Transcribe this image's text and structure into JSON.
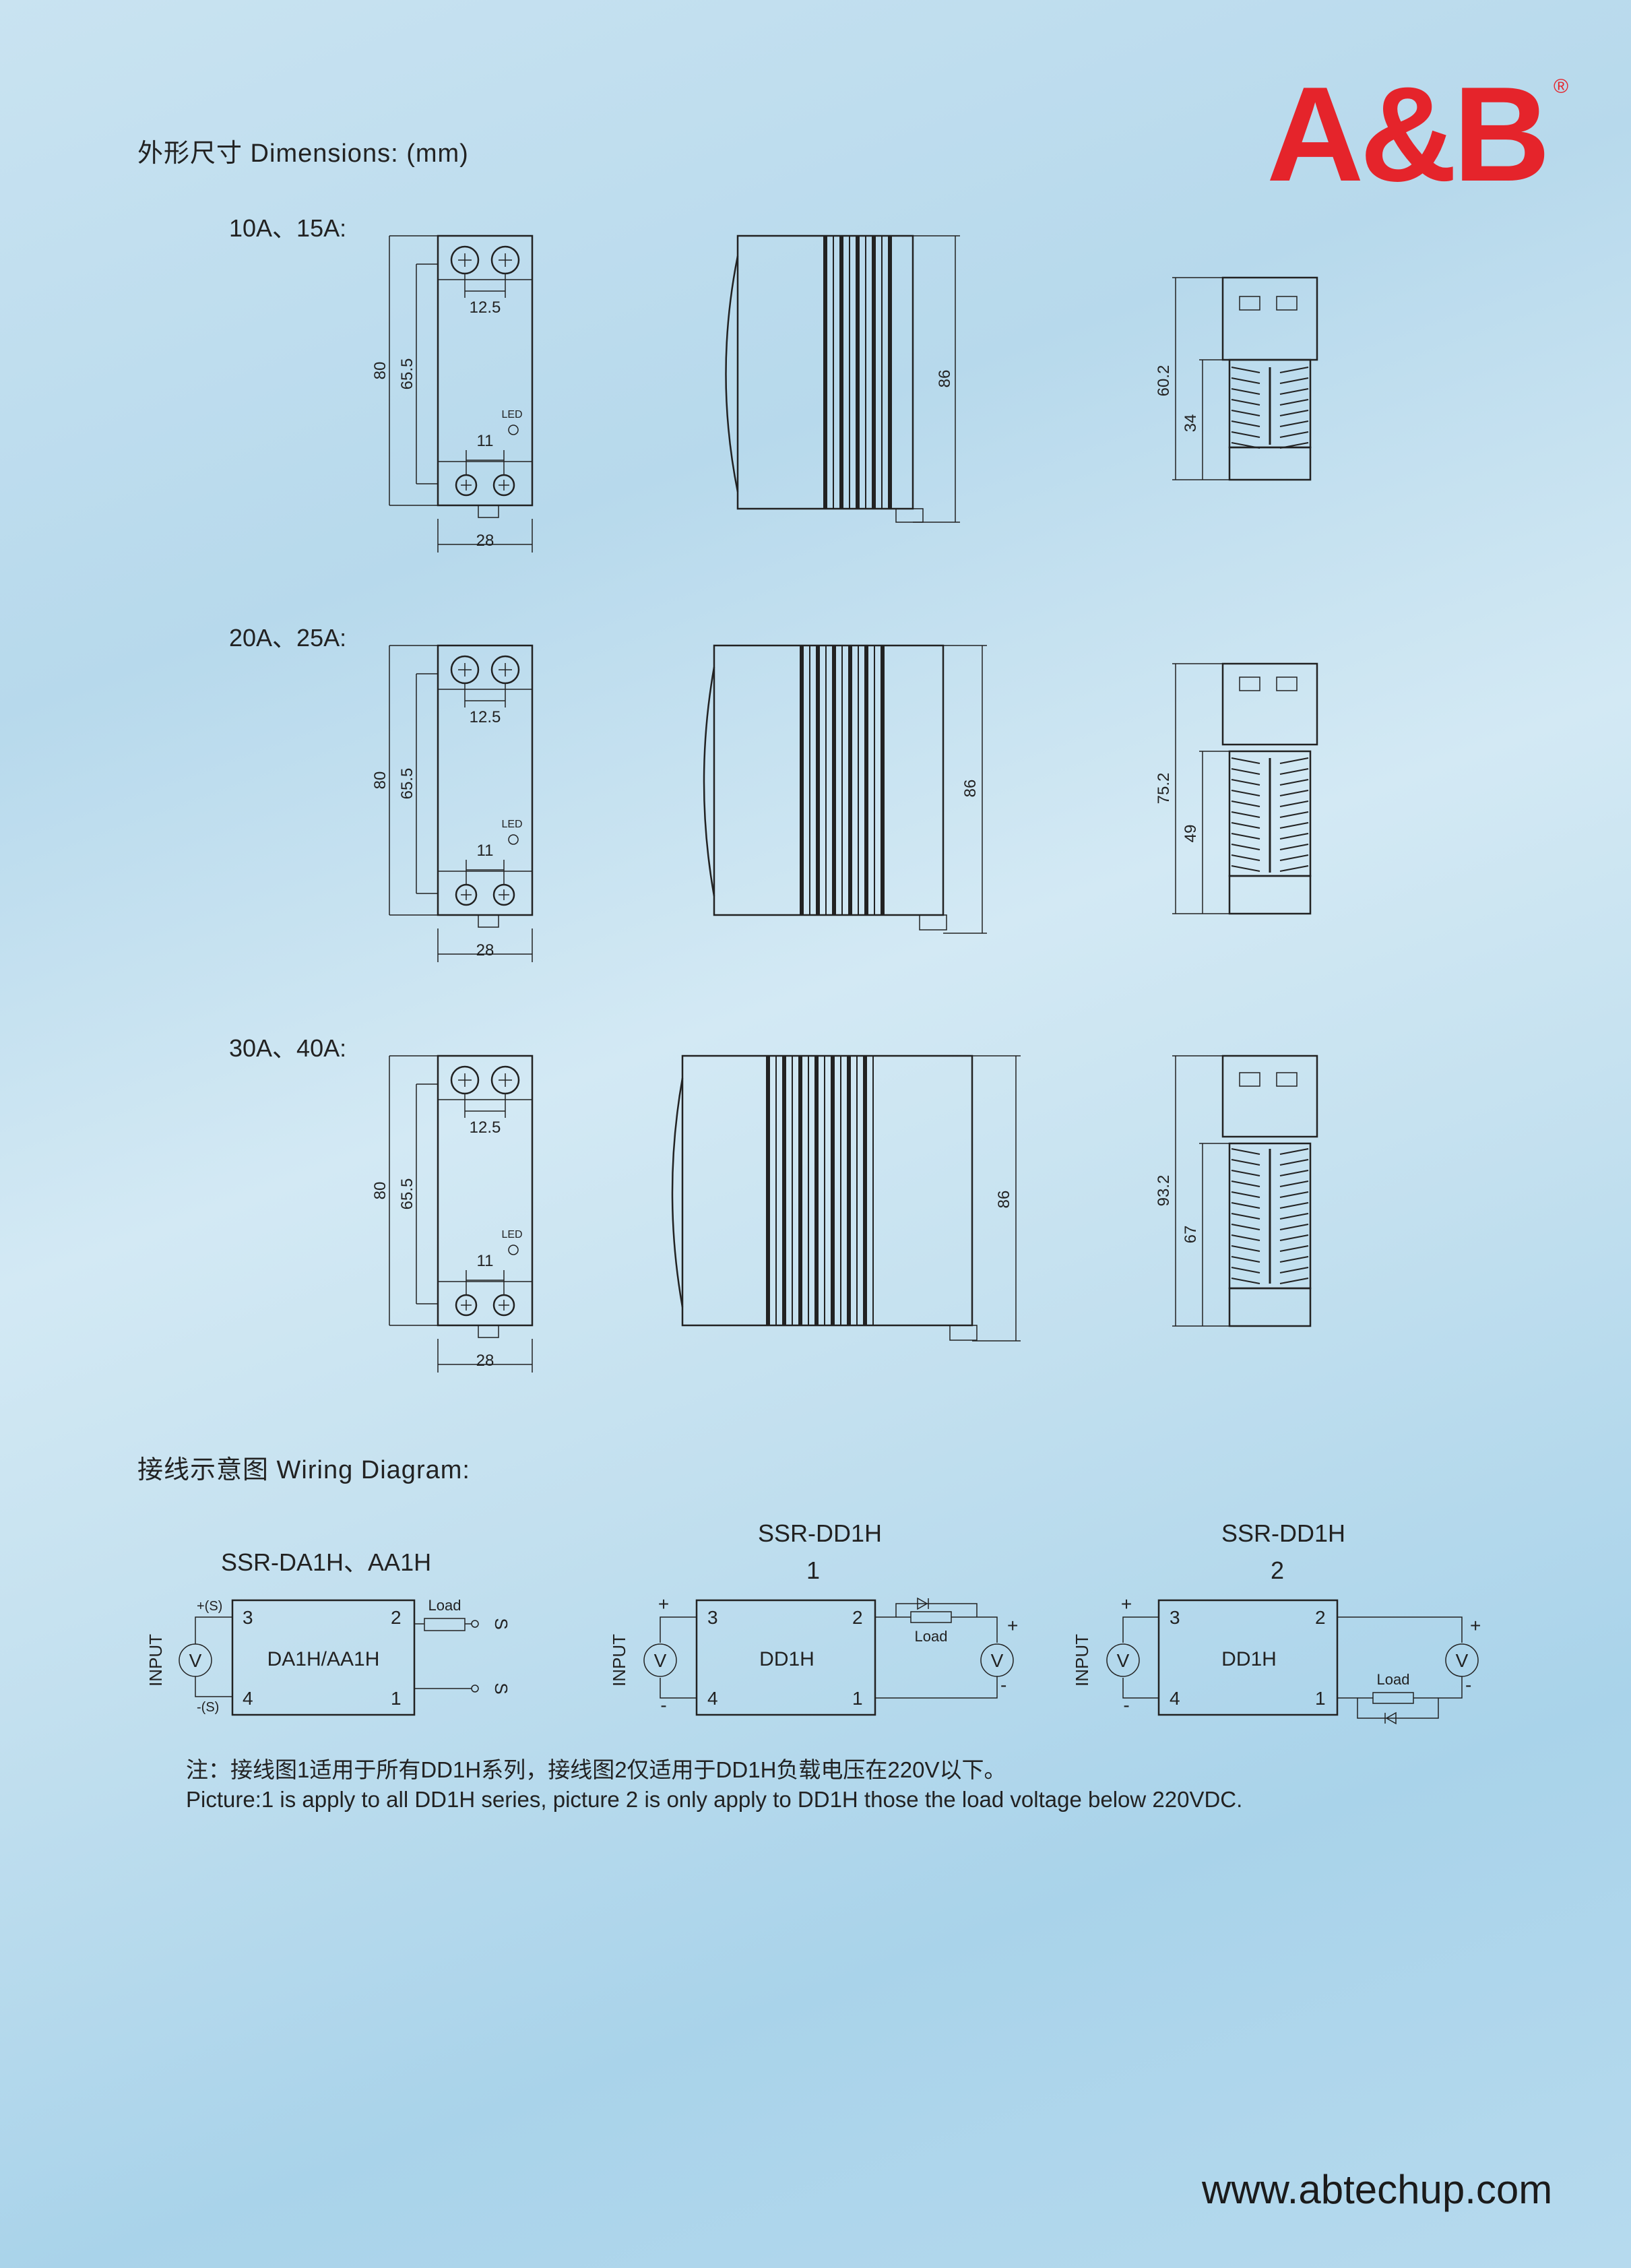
{
  "header": {
    "brand": "A&B",
    "registered": "®",
    "dimensions_title": "外形尺寸 Dimensions: (mm)"
  },
  "rows": [
    {
      "label": "10A、15A:",
      "front": {
        "height": "80",
        "inner": "65.5",
        "top_pitch": "12.5",
        "bottom_pitch": "11",
        "width": "28",
        "led": "LED"
      },
      "side": {
        "height": "86"
      },
      "end": {
        "total": "60.2",
        "sink": "34"
      }
    },
    {
      "label": "20A、25A:",
      "front": {
        "height": "80",
        "inner": "65.5",
        "top_pitch": "12.5",
        "bottom_pitch": "11",
        "width": "28",
        "led": "LED"
      },
      "side": {
        "height": "86"
      },
      "end": {
        "total": "75.2",
        "sink": "49"
      }
    },
    {
      "label": "30A、40A:",
      "front": {
        "height": "80",
        "inner": "65.5",
        "top_pitch": "12.5",
        "bottom_pitch": "11",
        "width": "28",
        "led": "LED"
      },
      "side": {
        "height": "86"
      },
      "end": {
        "total": "93.2",
        "sink": "67"
      }
    }
  ],
  "wiring": {
    "title": "接线示意图 Wiring Diagram:",
    "diagrams": [
      {
        "title": "SSR-DA1H、AA1H",
        "subtitle": "",
        "device": "DA1H/AA1H",
        "input_label": "INPUT",
        "load": "Load",
        "plus_s": "+(S)",
        "minus_s": "-(S)",
        "s_top": "S",
        "s_bottom": "S",
        "pins": [
          "3",
          "2",
          "4",
          "1"
        ],
        "meter": "V"
      },
      {
        "title": "SSR-DD1H",
        "subtitle": "1",
        "device": "DD1H",
        "input_label": "INPUT",
        "load": "Load",
        "pins": [
          "3",
          "2",
          "4",
          "1"
        ],
        "meter": "V",
        "plus": "+",
        "minus": "-"
      },
      {
        "title": "SSR-DD1H",
        "subtitle": "2",
        "device": "DD1H",
        "input_label": "INPUT",
        "load": "Load",
        "pins": [
          "3",
          "2",
          "4",
          "1"
        ],
        "meter": "V",
        "plus": "+",
        "minus": "-"
      }
    ],
    "note_cn": "注：接线图1适用于所有DD1H系列，接线图2仅适用于DD1H负载电压在220V以下。",
    "note_en": "Picture:1 is apply to all DD1H series, picture 2 is only apply to DD1H those the load voltage below 220VDC."
  },
  "footer": {
    "url": "www.abtechup.com"
  }
}
